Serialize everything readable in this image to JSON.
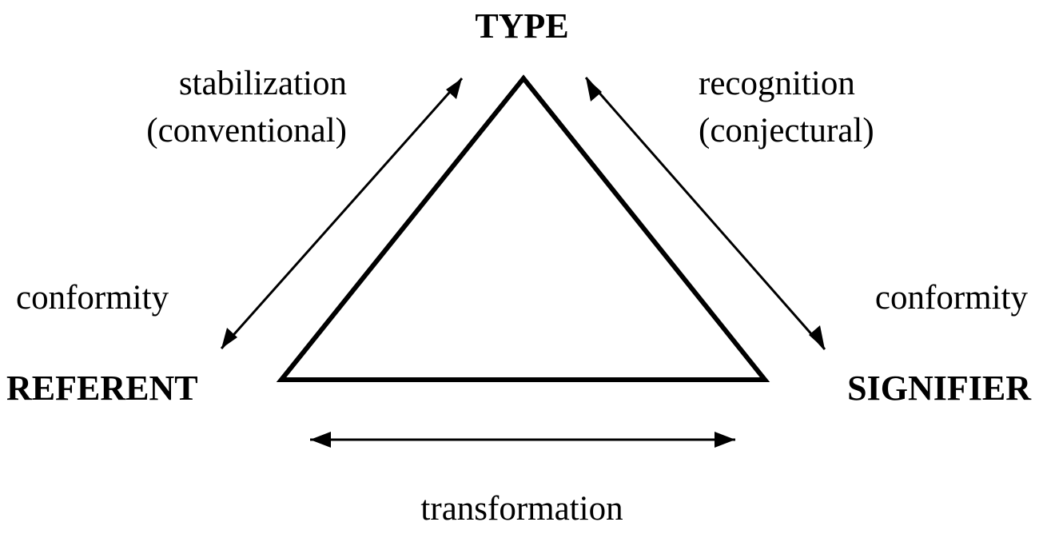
{
  "nodes": {
    "top": "TYPE",
    "left": "REFERENT",
    "right": "SIGNIFIER"
  },
  "edges": {
    "left_upper": [
      "stabilization",
      "(conventional)"
    ],
    "left_lower": "conformity",
    "right_upper": [
      "recognition",
      "(conjectural)"
    ],
    "right_lower": "conformity",
    "bottom": "transformation"
  },
  "colors": {
    "ink": "#000000",
    "background": "#ffffff"
  }
}
